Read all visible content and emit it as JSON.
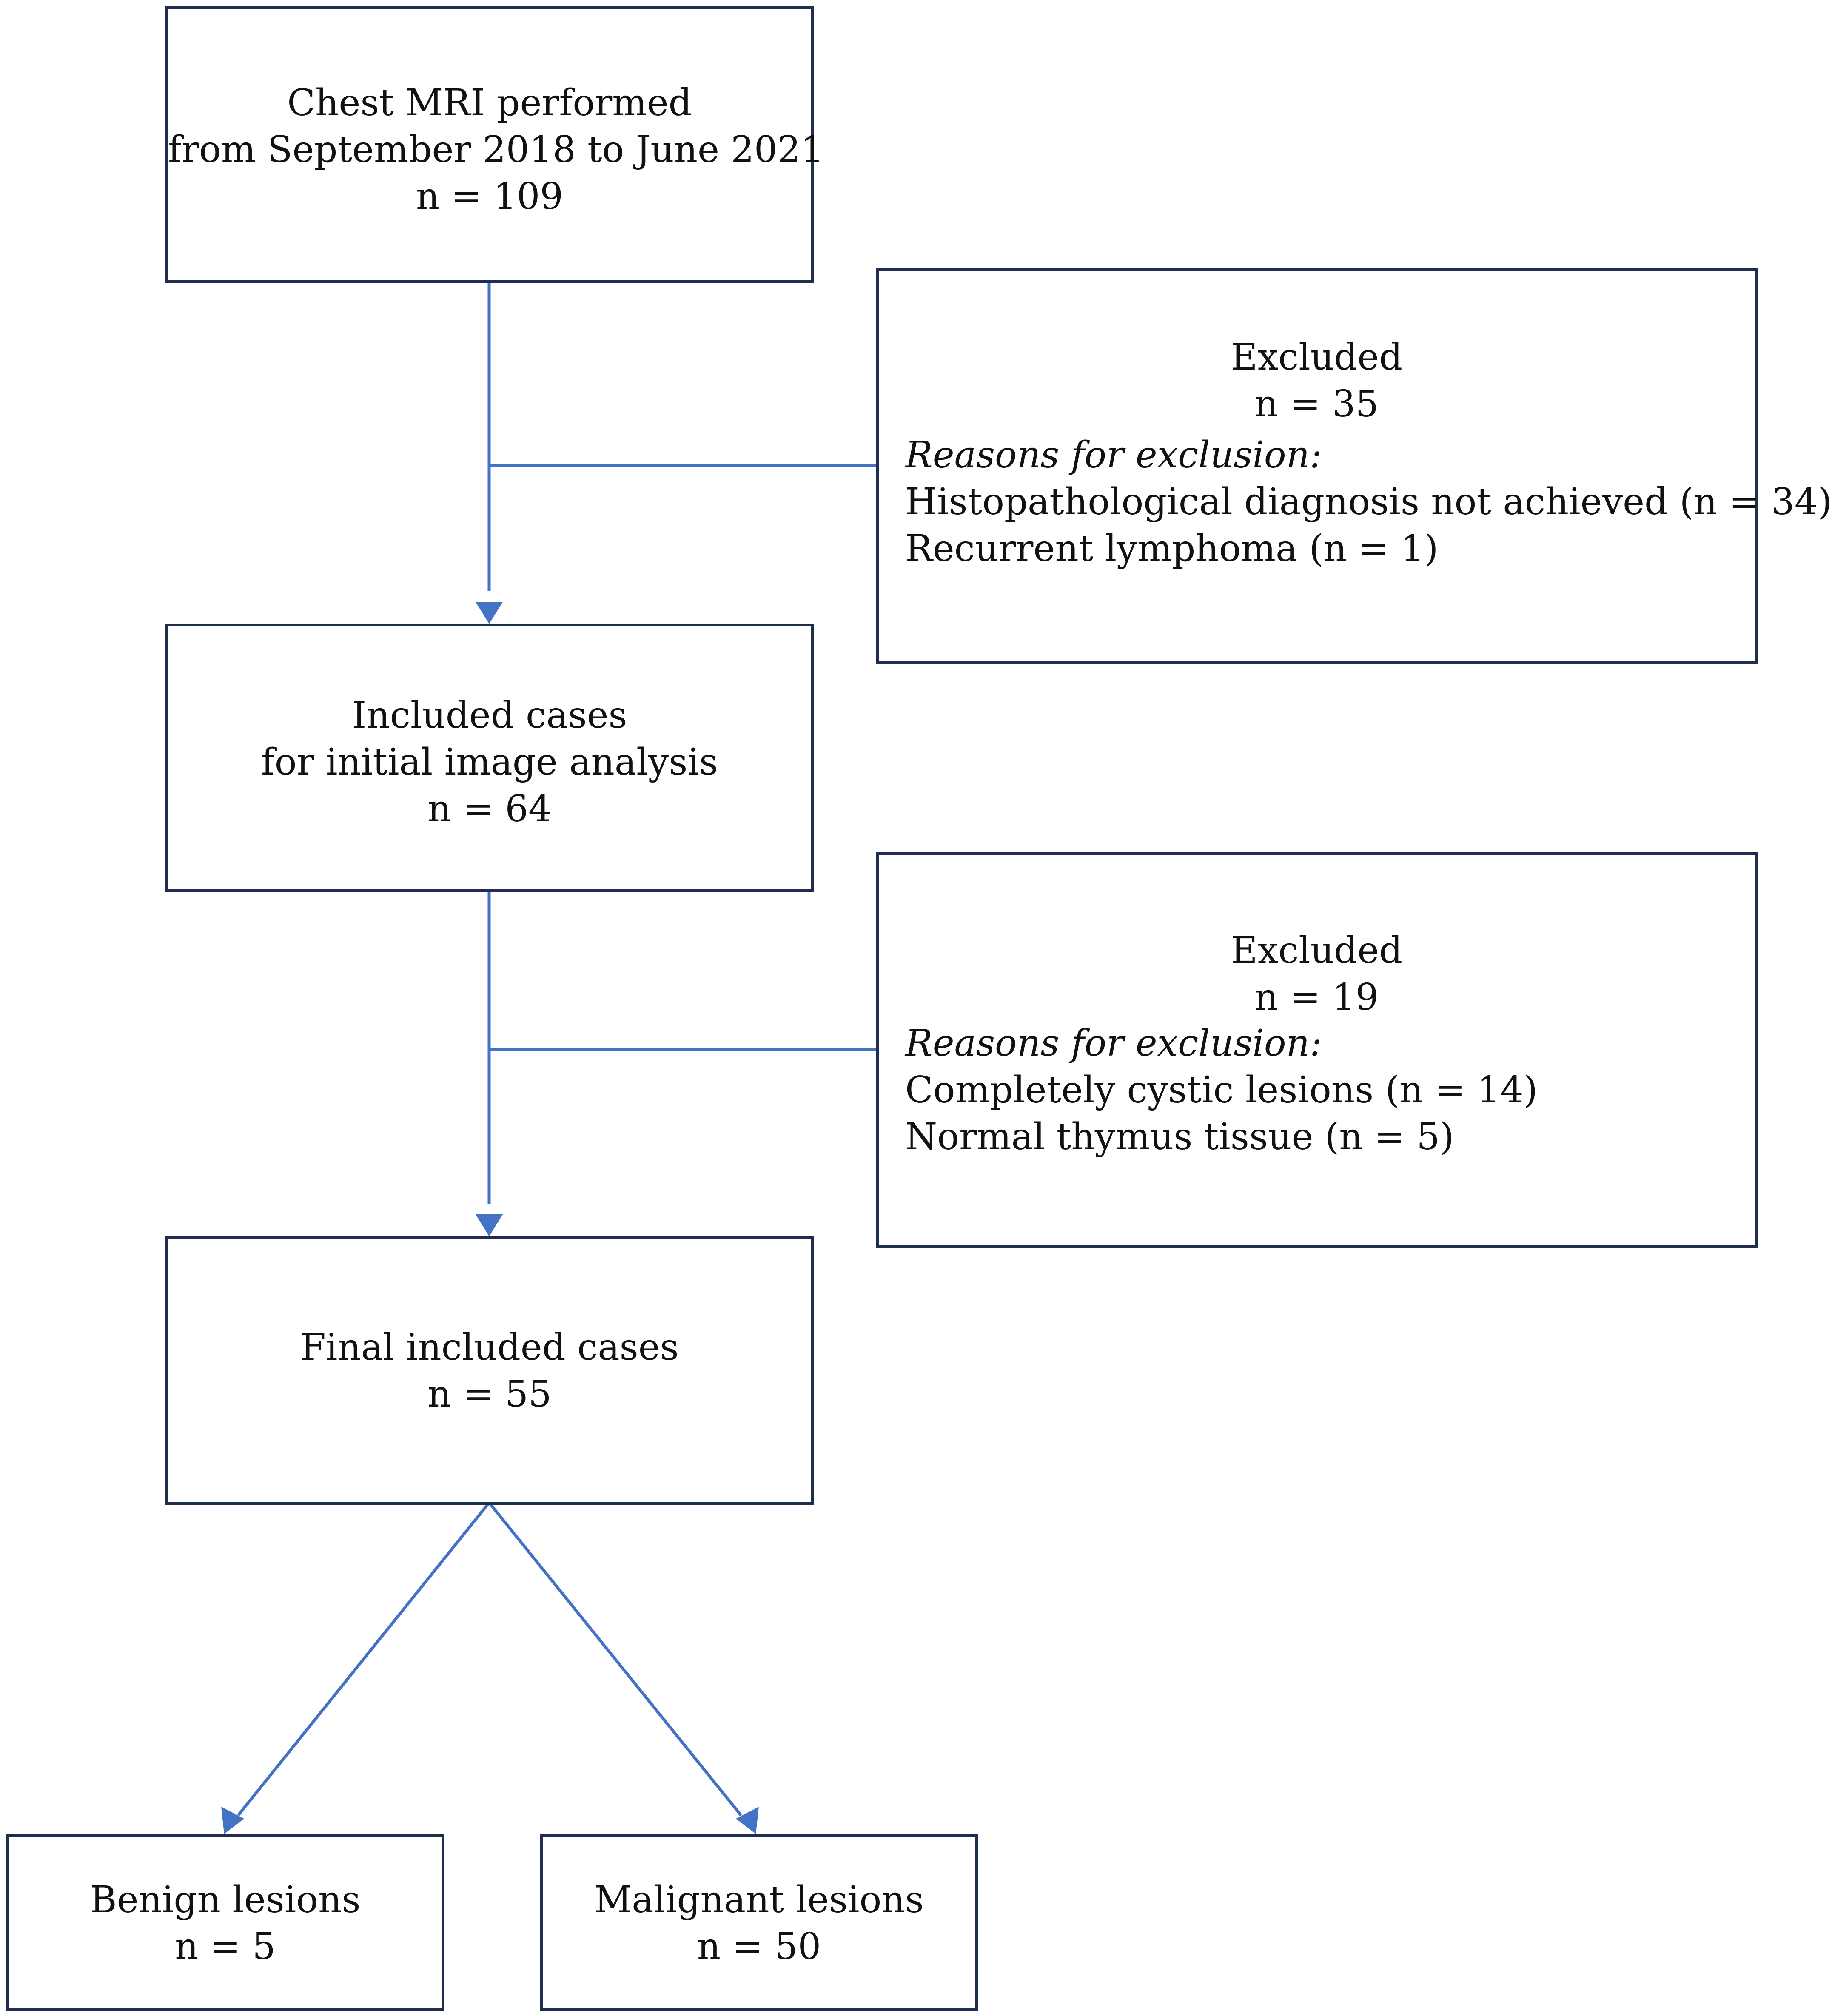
{
  "colors": {
    "arrow": "#4472c4",
    "box_border": "#1f2d4e",
    "text": "#111111"
  },
  "box_start": {
    "line1": "Chest MRI performed",
    "line2": "from September 2018 to June 2021",
    "count": "n = 109"
  },
  "exclusion1": {
    "title": "Excluded",
    "count": "n = 35",
    "reasons_heading": "Reasons for exclusion:",
    "reasons": [
      "Histopathological diagnosis not achieved (n = 34)",
      "Recurrent lymphoma (n = 1)"
    ]
  },
  "box_initial": {
    "line1": "Included cases",
    "line2": "for initial image analysis",
    "count": "n = 64"
  },
  "exclusion2": {
    "title": "Excluded",
    "count": "n = 19",
    "reasons_heading": "Reasons for exclusion:",
    "reasons": [
      "Completely cystic lesions (n = 14)",
      "Normal thymus tissue (n = 5)"
    ]
  },
  "box_final": {
    "line1": "Final included cases",
    "count": "n = 55"
  },
  "box_benign": {
    "line1": "Benign lesions",
    "count": "n = 5"
  },
  "box_malignant": {
    "line1": "Malignant lesions",
    "count": "n = 50"
  }
}
